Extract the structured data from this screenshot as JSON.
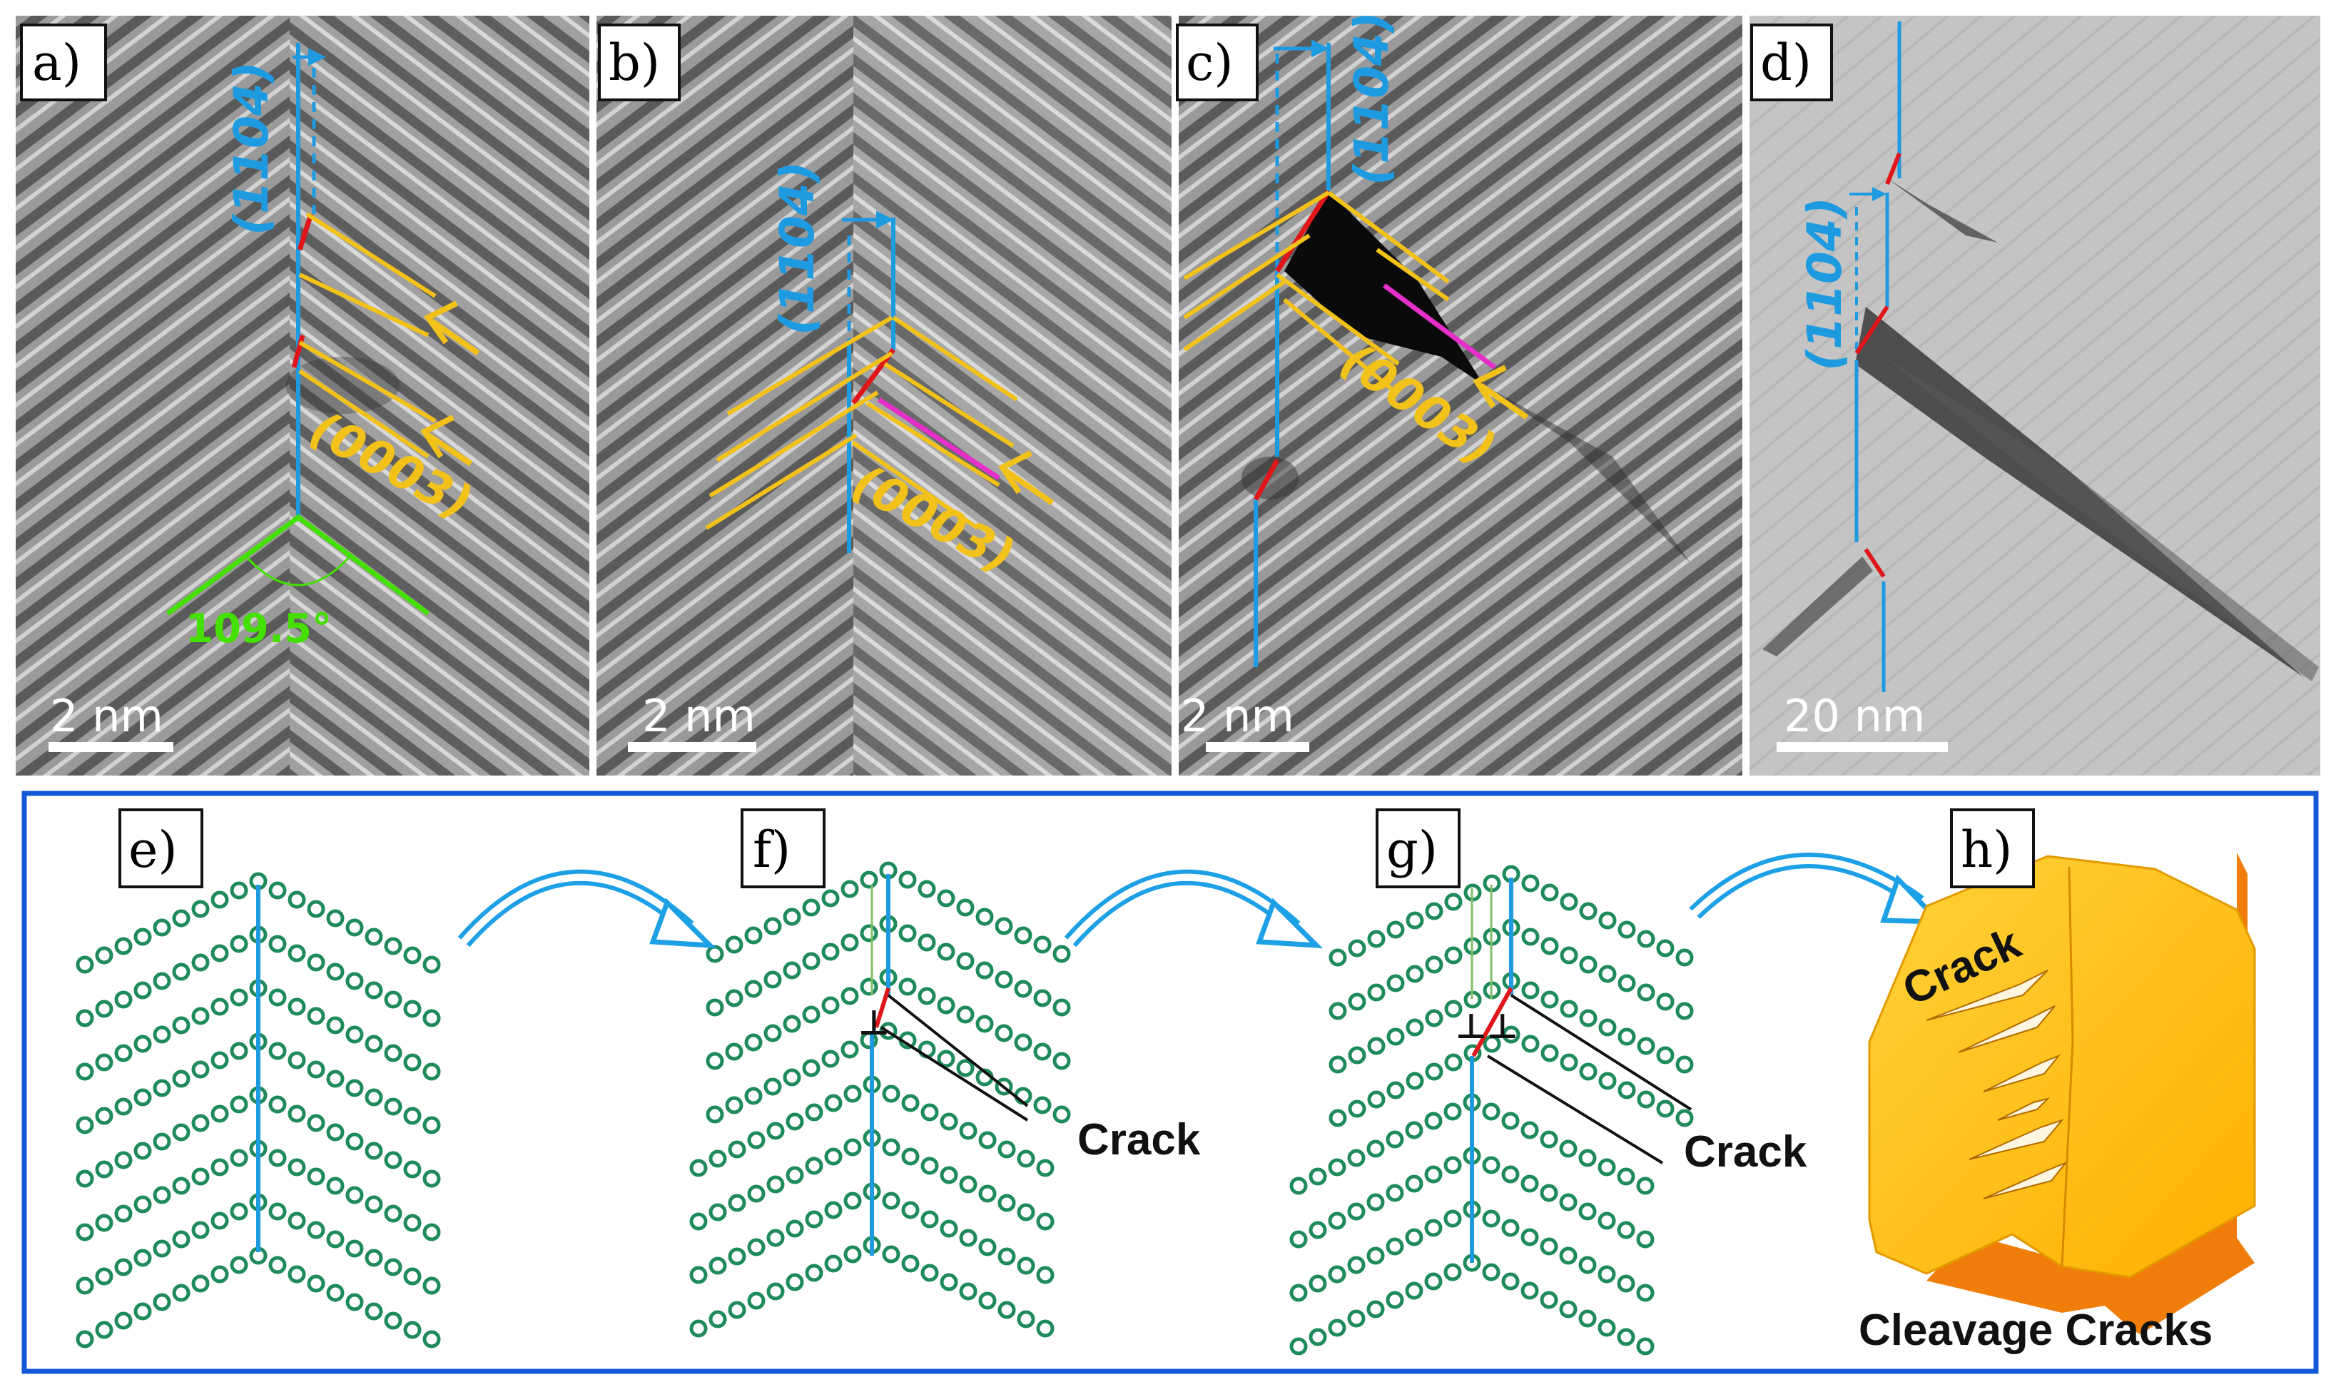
{
  "colors": {
    "boundary": "#1e9be0",
    "basal_planes": "#f2c21a",
    "dislocation": "#e0161b",
    "crack_trace": "#e62ec8",
    "angle": "#44e000",
    "atoms": "#1f8a5a",
    "frame": "#1558d6",
    "arrow": "#1ea0e6",
    "block_face": "#ffbf1a",
    "block_side": "#f07d0a"
  },
  "panels": {
    "a": {
      "label": "a)",
      "plane_upper": "(1104)",
      "plane_lower": "(0003)",
      "angle": "109.5°",
      "scale": "2 nm"
    },
    "b": {
      "label": "b)",
      "plane_upper": "(1104)",
      "plane_lower": "(0003)",
      "scale": "2 nm"
    },
    "c": {
      "label": "c)",
      "plane_upper": "(1104)",
      "plane_lower": "(0003)",
      "scale": "2 nm"
    },
    "d": {
      "label": "d)",
      "plane_upper": "(1104)",
      "scale": "20 nm"
    },
    "e": {
      "label": "e)"
    },
    "f": {
      "label": "f)",
      "crack": "Crack"
    },
    "g": {
      "label": "g)",
      "crack": "Crack"
    },
    "h": {
      "label": "h)",
      "crack": "Crack",
      "caption": "Cleavage Cracks"
    }
  }
}
